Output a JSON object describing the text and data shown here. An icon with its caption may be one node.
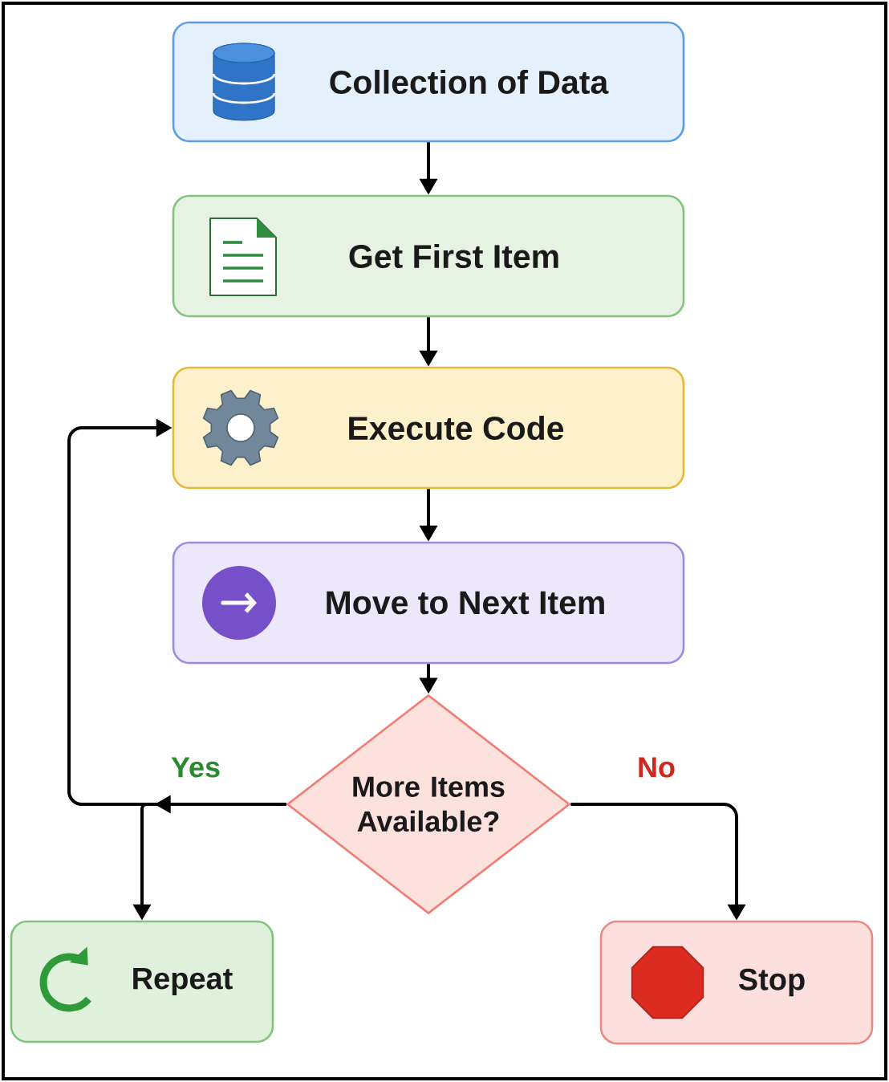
{
  "diagram": {
    "nodes": [
      {
        "text": [
          "Collection of Data"
        ]
      },
      {
        "text": [
          "Get First Item"
        ]
      },
      {
        "text": [
          "Execute Code"
        ]
      },
      {
        "text": [
          "Move to Next Item"
        ]
      },
      {
        "text": [
          "More Items Available?"
        ]
      },
      {
        "text": [
          "Repeat"
        ]
      },
      {
        "text": [
          "Stop"
        ]
      }
    ],
    "edges": [
      {
        "from": 0,
        "to": 1,
        "arrow": "to"
      },
      {
        "from": 1,
        "to": 2,
        "arrow": "to"
      },
      {
        "from": 2,
        "to": 3,
        "arrow": "to"
      },
      {
        "from": 3,
        "to": 4,
        "arrow": "to"
      },
      {
        "from": 4,
        "to": 5,
        "arrow": "to",
        "label": "Yes"
      },
      {
        "from": 4,
        "to": 2,
        "arrow": "to"
      },
      {
        "from": 4,
        "to": 6,
        "arrow": "to",
        "label": "No"
      }
    ]
  }
}
